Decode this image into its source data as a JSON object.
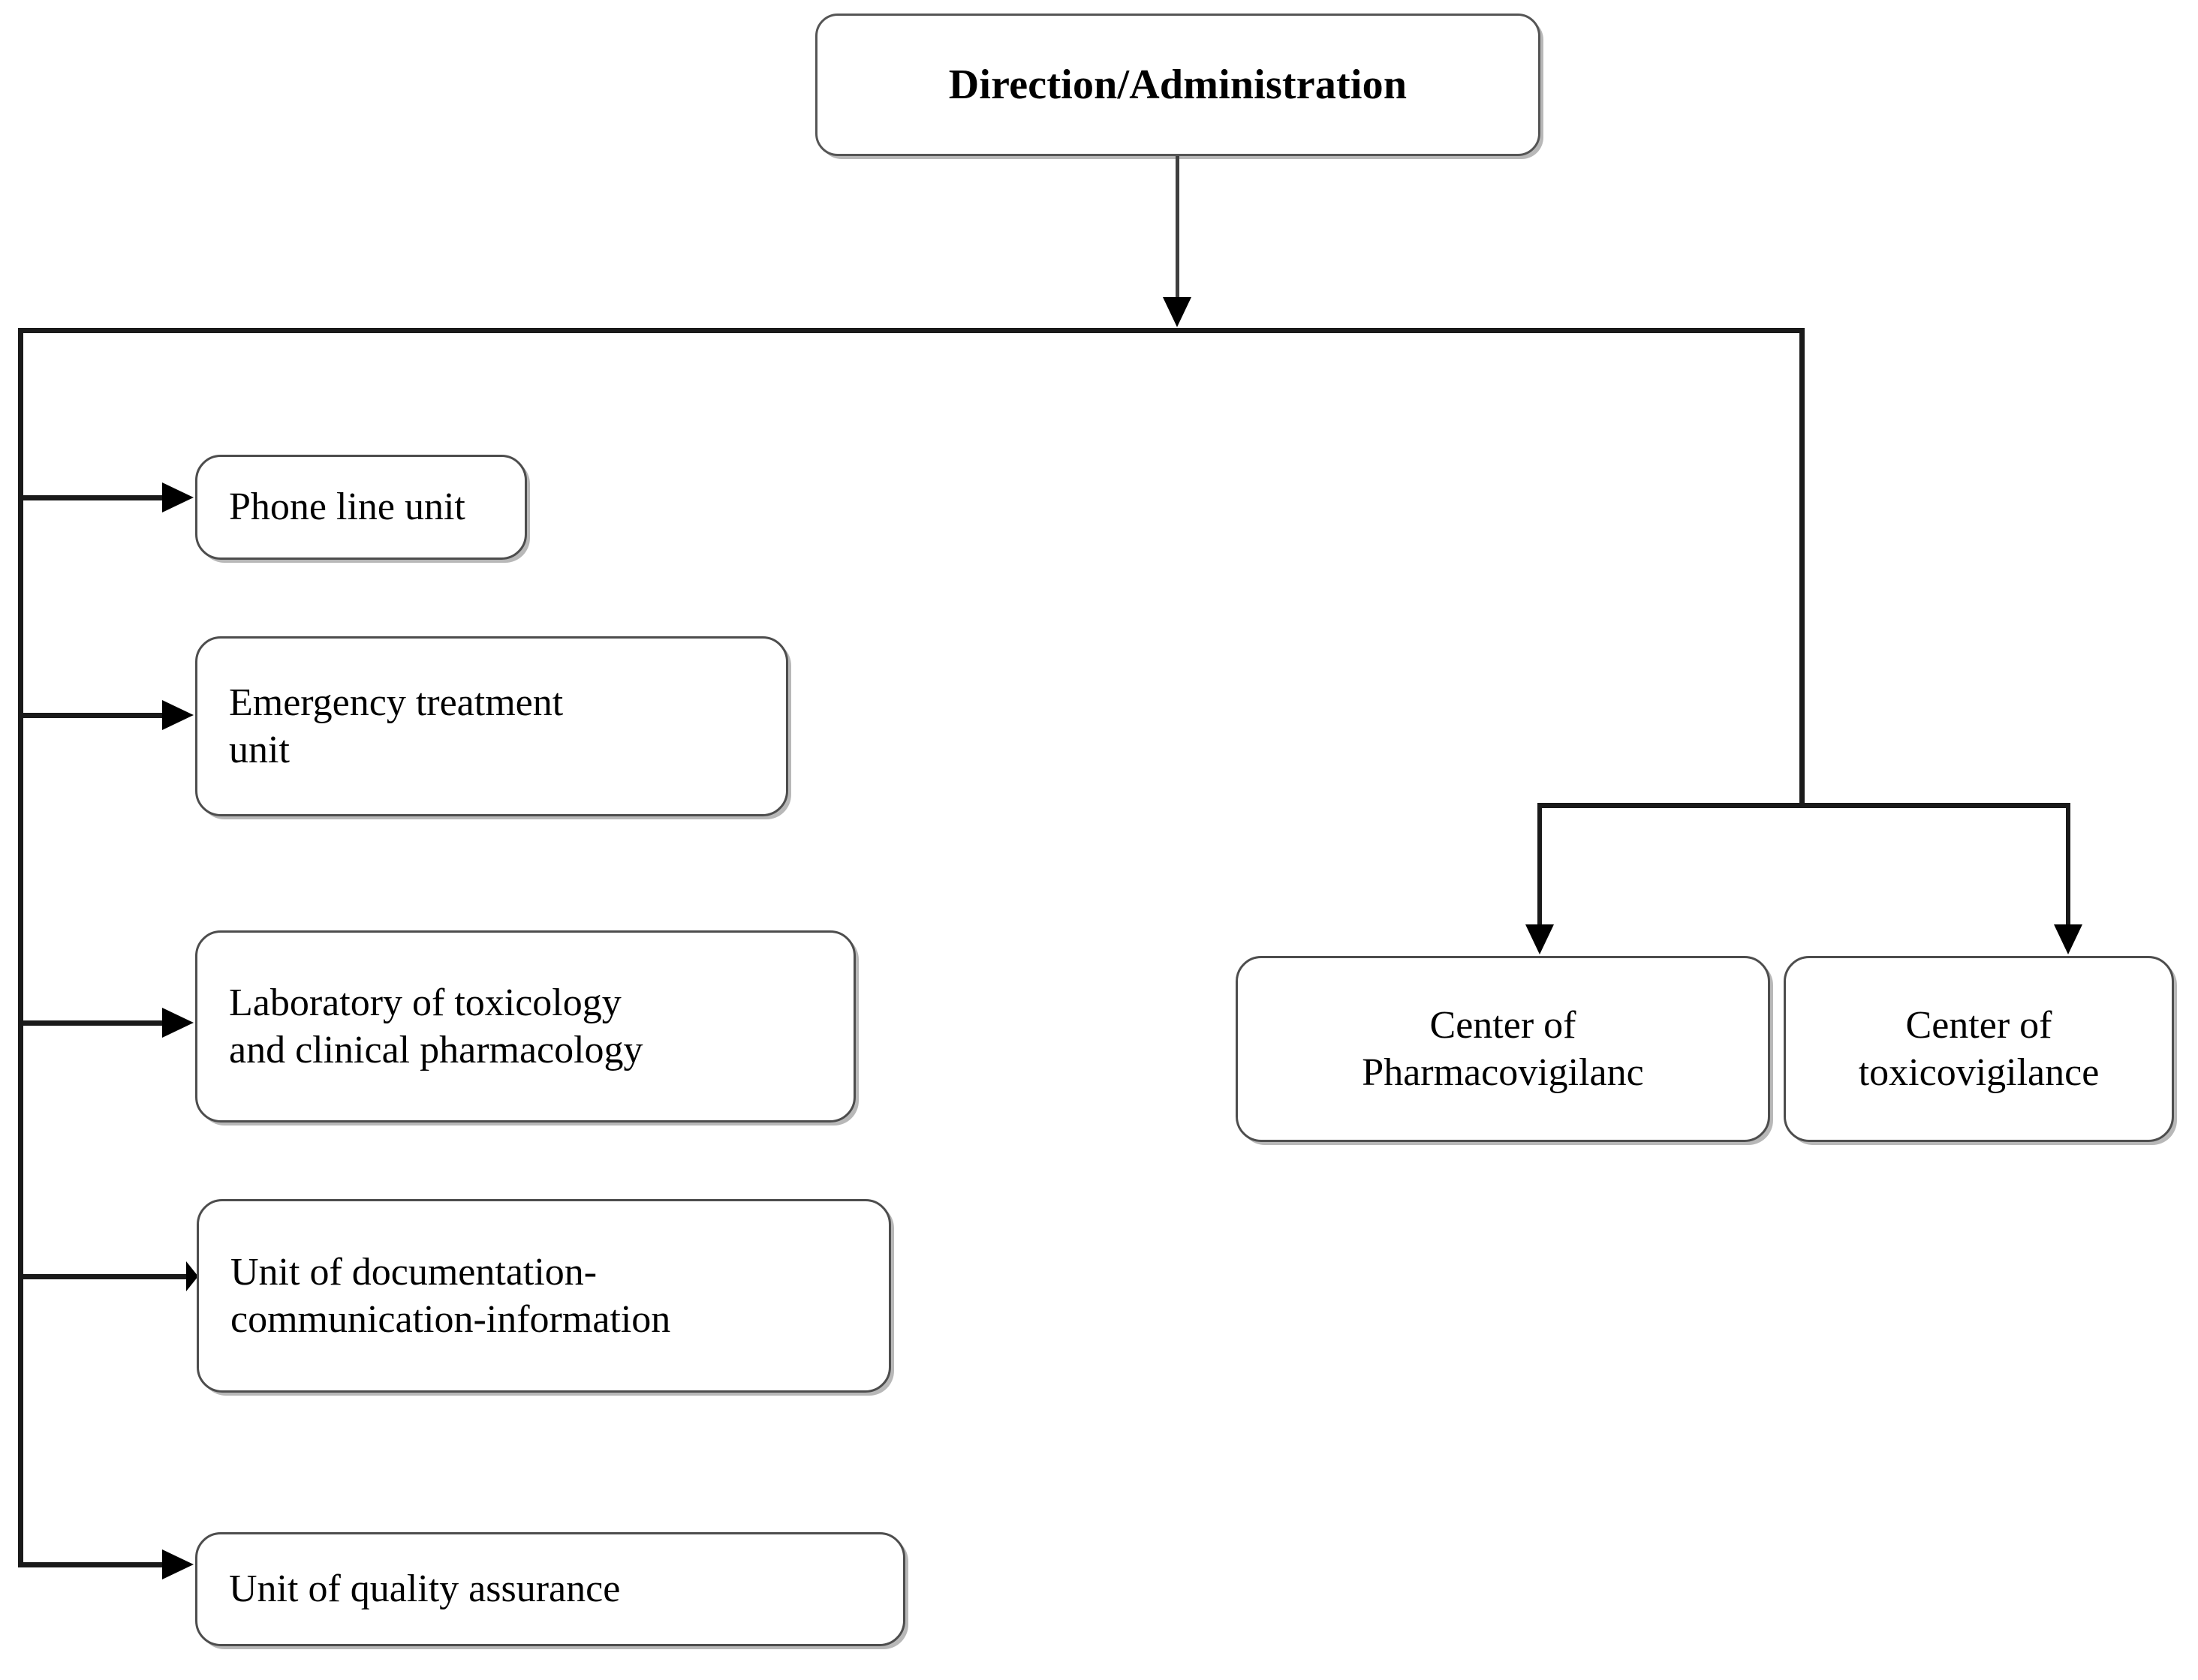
{
  "diagram": {
    "title_node": {
      "label": "Direction/Administration"
    },
    "left_branch_nodes": [
      {
        "label": "Phone line unit"
      },
      {
        "label": "Emergency treatment\nunit"
      },
      {
        "label": "Laboratory of toxicology\nand clinical pharmacology"
      },
      {
        "label": "Unit of documentation-\ncommunication-information"
      },
      {
        "label": "Unit of quality assurance"
      }
    ],
    "right_branch_nodes": [
      {
        "label": "Center of\nPharmacovigilanc"
      },
      {
        "label": "Center of\ntoxicovigilance"
      }
    ],
    "colors": {
      "box_border": "#4d4d4d",
      "connector": "#1a1a1a",
      "text": "#000000",
      "background": "#ffffff"
    }
  }
}
